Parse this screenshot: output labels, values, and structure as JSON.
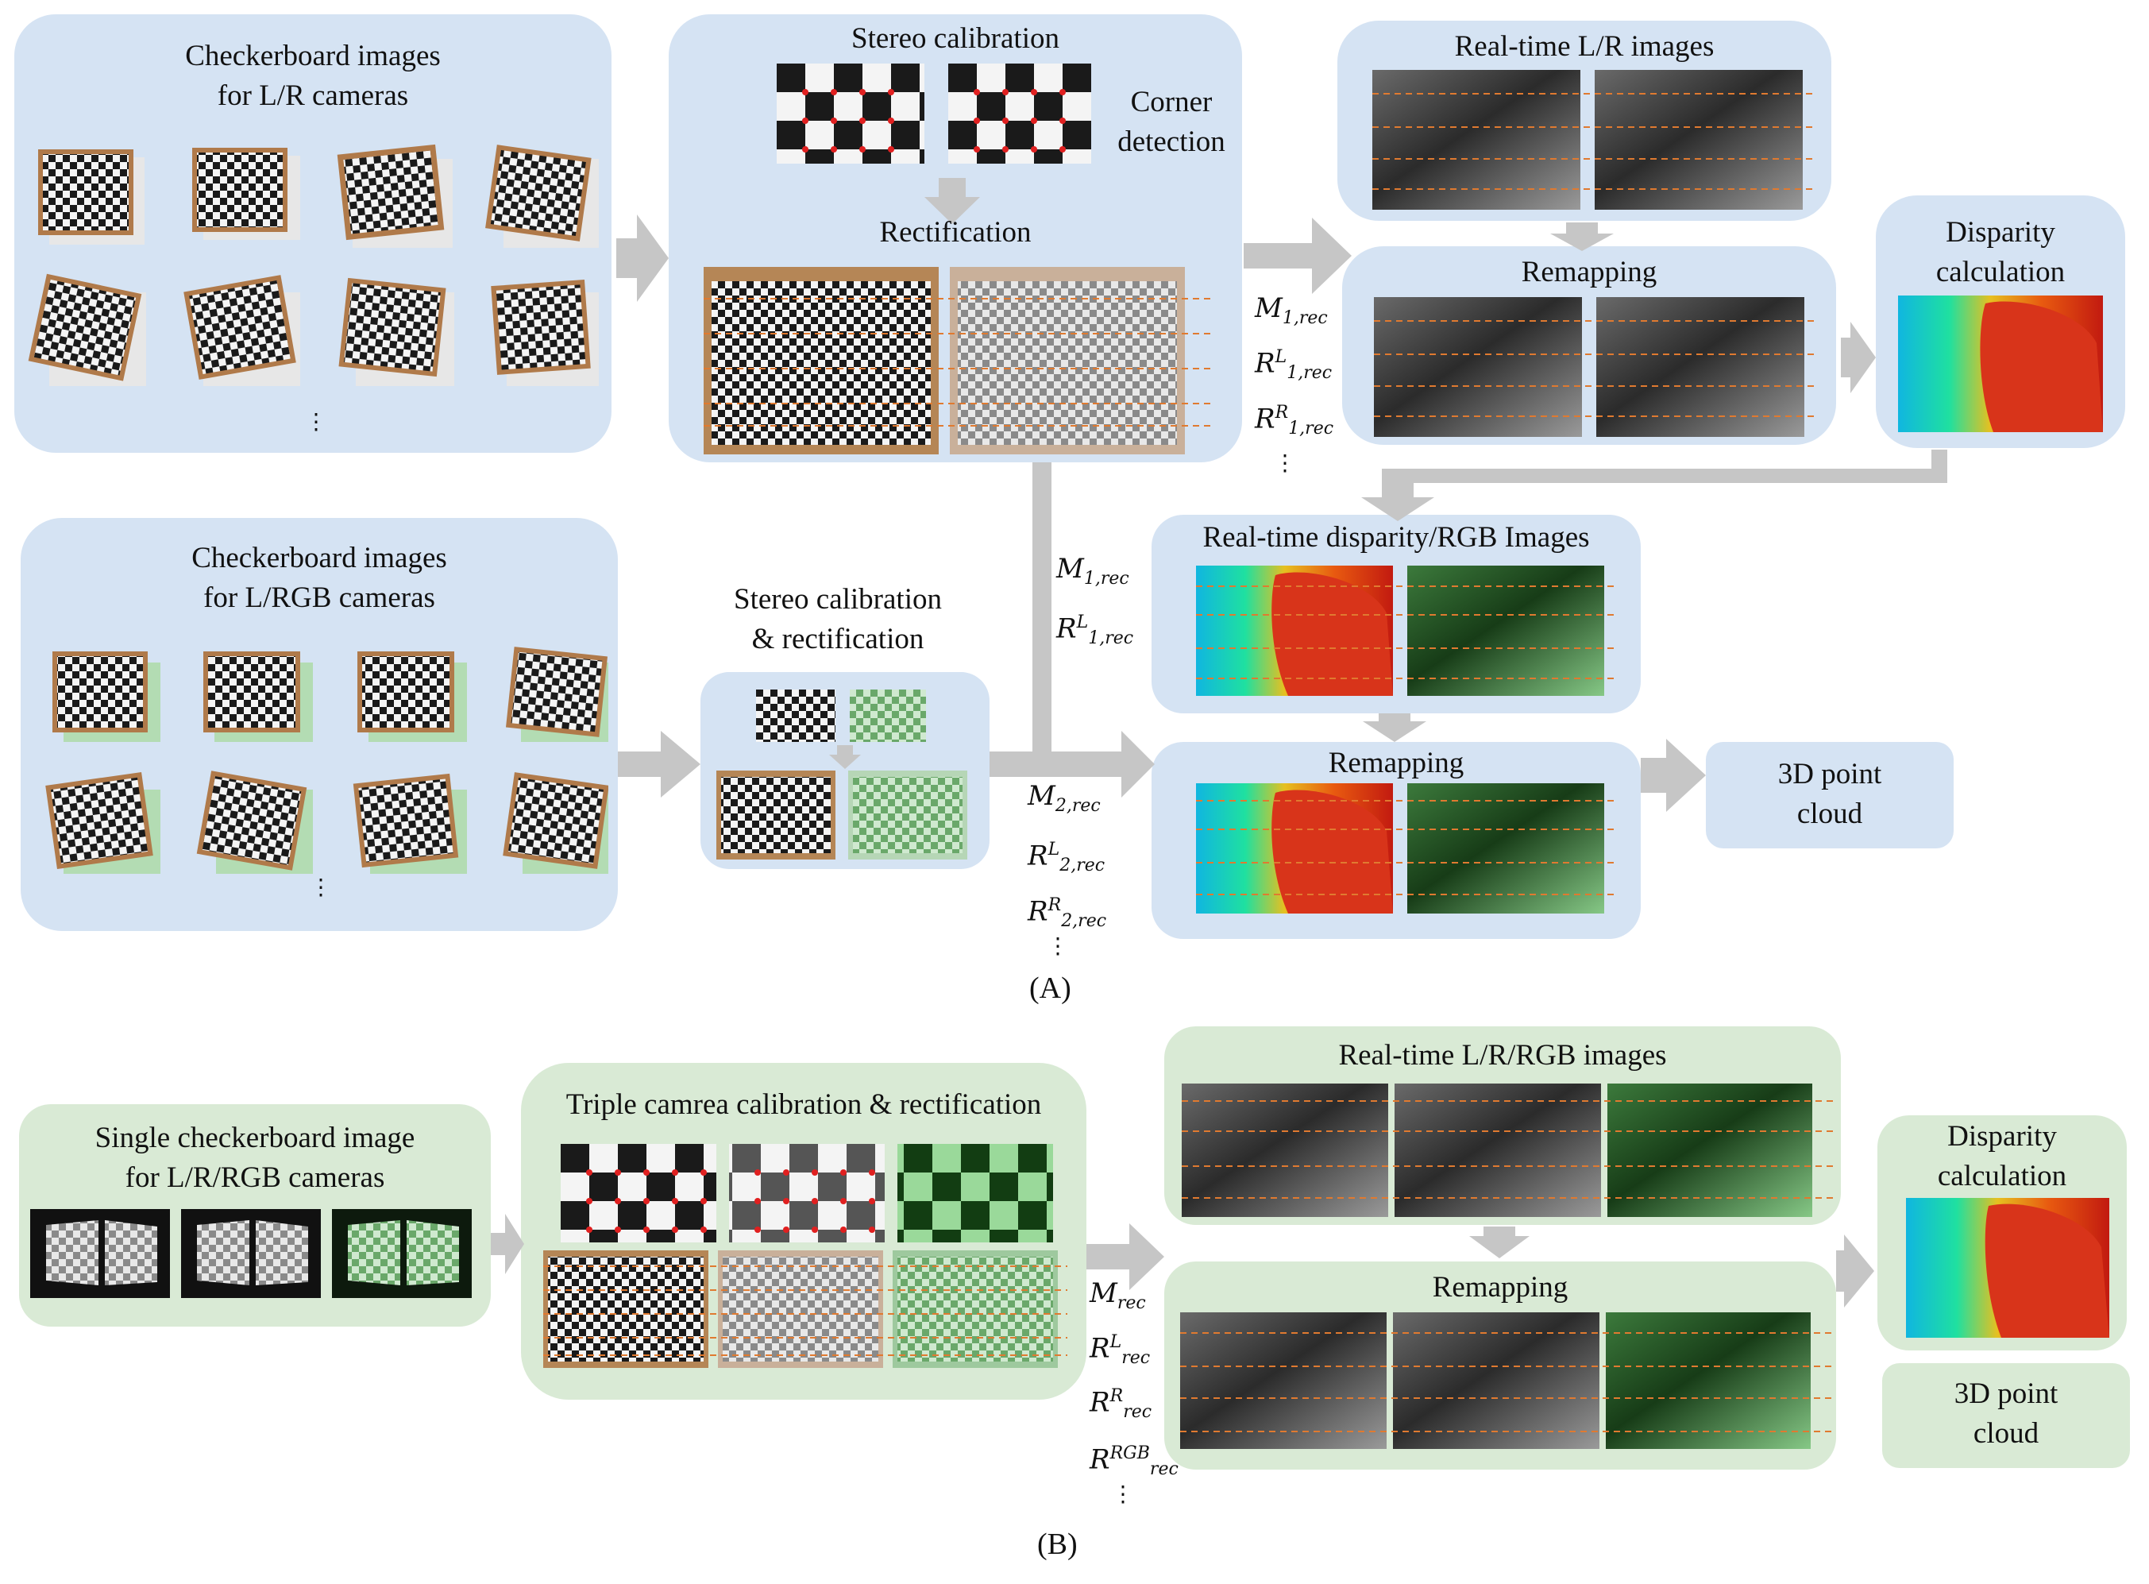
{
  "colors": {
    "blue_panel": "#d5e3f3",
    "green_panel": "#d9ead5",
    "arrow": "#c6c6c6",
    "scan_line": "#e07a30",
    "rectified_green": "#8fd08f"
  },
  "partA": {
    "caption": "(A)",
    "lr_checker": {
      "title": "Checkerboard images\nfor L/R cameras",
      "ellipsis": "⋮"
    },
    "stereo_calib": {
      "title": "Stereo calibration",
      "corner_label": "Corner\ndetection",
      "rectification_label": "Rectification"
    },
    "realtime_lr": {
      "title": "Real-time L/R images"
    },
    "remapping_lr": {
      "title": "Remapping"
    },
    "disparity": {
      "title": "Disparity\ncalculation"
    },
    "lrgb_checker": {
      "title": "Checkerboard images\nfor L/RGB cameras",
      "ellipsis": "⋮"
    },
    "stereo_calib_rect": {
      "title": "Stereo calibration\n& rectification"
    },
    "realtime_disp_rgb": {
      "title": "Real-time disparity/RGB Images"
    },
    "remapping_rgb": {
      "title": "Remapping"
    },
    "point_cloud": {
      "title": "3D point\ncloud"
    },
    "params_1": {
      "m": "M",
      "m_sub": "1,rec",
      "rl_sub": "1,rec",
      "rl_sup": "L",
      "rr_sub": "1,rec",
      "rr_sup": "R",
      "r": "R",
      "ellipsis": "⋮"
    },
    "params_1b": {
      "m_sub": "1,rec",
      "rl_sub": "1,rec",
      "rl_sup": "L"
    },
    "params_2": {
      "m_sub": "2,rec",
      "rl_sub": "2,rec",
      "rl_sup": "L",
      "rr_sub": "2,rec",
      "rr_sup": "R",
      "ellipsis": "⋮"
    }
  },
  "partB": {
    "caption": "(B)",
    "single_checker": {
      "title": "Single checkerboard image\nfor L/R/RGB cameras"
    },
    "triple_calib": {
      "title": "Triple camrea calibration & rectification"
    },
    "realtime_lrrgb": {
      "title": "Real-time L/R/RGB images"
    },
    "remapping": {
      "title": "Remapping"
    },
    "disparity": {
      "title": "Disparity\ncalculation"
    },
    "point_cloud": {
      "title": "3D point\ncloud"
    },
    "params": {
      "m_sub": "rec",
      "rl_sub": "rec",
      "rl_sup": "L",
      "rr_sub": "rec",
      "rr_sup": "R",
      "rrgb_sub": "rec",
      "rrgb_sup": "RGB",
      "ellipsis": "⋮"
    }
  }
}
